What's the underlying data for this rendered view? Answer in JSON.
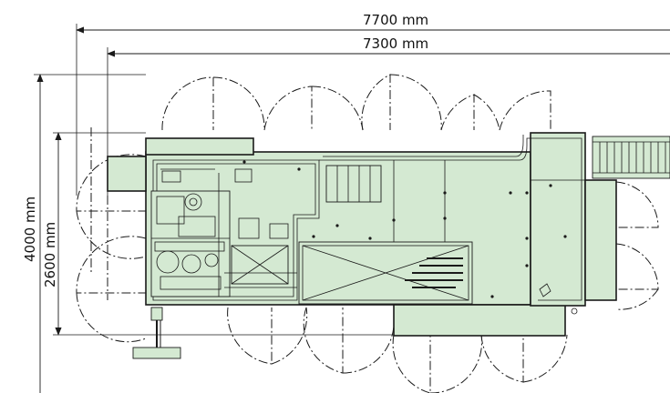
{
  "dimensions": {
    "overall_length": "7700 mm",
    "body_length": "7300 mm",
    "overall_width": "4000 mm",
    "body_width": "2600 mm"
  },
  "colors": {
    "machine_fill": "#d4e9d2",
    "line": "#1a1a1a",
    "background": "#ffffff"
  }
}
